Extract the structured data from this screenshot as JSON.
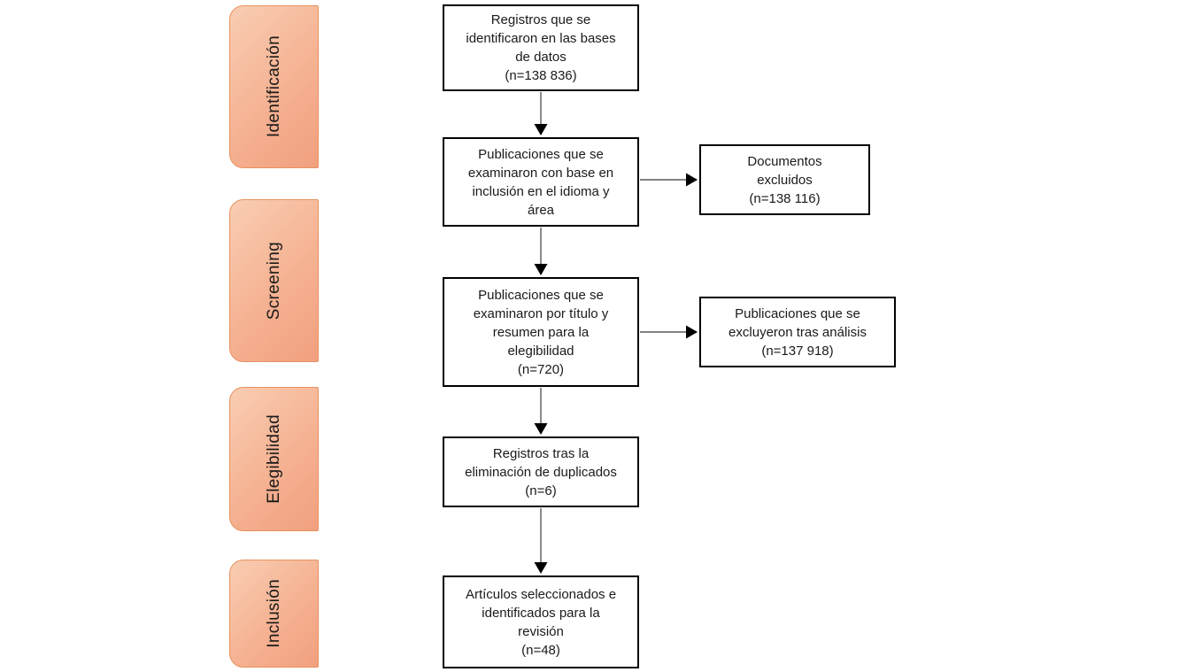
{
  "diagram": {
    "kind": "prisma-flowchart",
    "stages": [
      {
        "label": "Identificación"
      },
      {
        "label": "Screening"
      },
      {
        "label": "Elegibilidad"
      },
      {
        "label": "Inclusión"
      }
    ],
    "main_flow": [
      {
        "text": "Registros que se\nidentificaron en las bases\nde datos\n(n=138 836)",
        "n": "138 836"
      },
      {
        "text": "Publicaciones que se\nexaminaron con base en\ninclusión en el idioma y\nárea"
      },
      {
        "text": "Publicaciones que se\nexaminaron por título y\nresumen para la\nelegibilidad\n(n=720)",
        "n": "720"
      },
      {
        "text": "Registros tras la\neliminación de duplicados\n(n=6)",
        "n": "6"
      },
      {
        "text": "Artículos seleccionados e\nidentificados para la\nrevisión\n(n=48)",
        "n": "48"
      }
    ],
    "side_flow": [
      {
        "text": "Documentos\nexcluidos\n(n=138 116)",
        "n": "138 116"
      },
      {
        "text": "Publicaciones que se\nexcluyeron tras análisis\n(n=137 918)",
        "n": "137 918"
      }
    ],
    "colors": {
      "background": "#FFFFFF",
      "stage_fill_light": "#F9CDB3",
      "stage_fill_dark": "#F1A07F",
      "stage_border": "#E8925F",
      "flow_box_fill": "#FFFFFF",
      "flow_box_border": "#000000",
      "arrow_line": "#595959",
      "arrow_head": "#000000",
      "text": "#1A1A1A"
    }
  }
}
